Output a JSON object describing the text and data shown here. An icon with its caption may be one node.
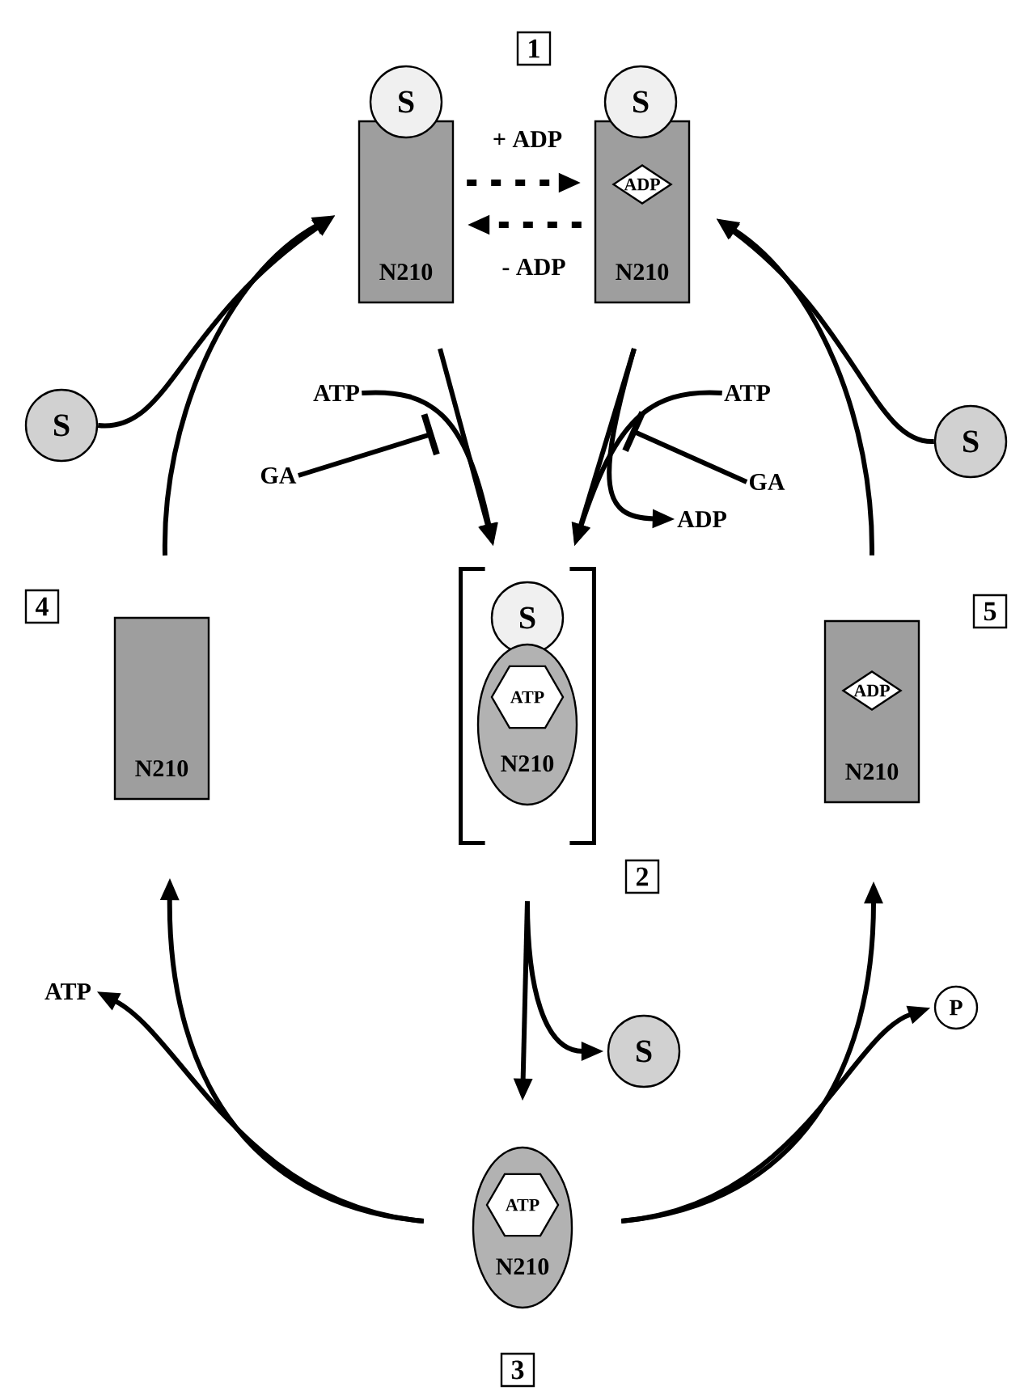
{
  "diagram": {
    "nodes": [
      {
        "text": [
          "1"
        ]
      },
      {
        "text": [
          "N210"
        ]
      },
      {
        "text": [
          "S"
        ]
      },
      {
        "text": [
          "N210"
        ]
      },
      {
        "text": [
          "S"
        ]
      },
      {
        "text": [
          "ADP"
        ],
        "in": 3
      },
      {
        "text": [
          "ATP"
        ]
      },
      {
        "text": [
          "ATP"
        ]
      },
      {
        "text": [
          "S"
        ]
      },
      {
        "text": [
          "S"
        ]
      },
      {
        "text": [
          "GA"
        ]
      },
      {
        "text": [
          "GA"
        ]
      },
      {
        "text": [
          "ADP"
        ]
      },
      {
        "text": [
          "4"
        ]
      },
      {
        "text": [],
        "shape": "box"
      },
      {
        "text": [
          "S"
        ],
        "in": 14
      },
      {
        "text": [
          "N210"
        ],
        "in": 14
      },
      {
        "text": [
          "ATP"
        ],
        "in": 16
      },
      {
        "text": [
          "5"
        ]
      },
      {
        "text": [
          "N210"
        ]
      },
      {
        "text": [
          "N210"
        ]
      },
      {
        "text": [
          "ADP"
        ],
        "in": 20
      },
      {
        "text": [
          "2"
        ]
      },
      {
        "text": [
          "ATP"
        ]
      },
      {
        "text": [
          "P"
        ]
      },
      {
        "text": [
          "S"
        ]
      },
      {
        "text": [
          "N210"
        ]
      },
      {
        "text": [
          "ATP"
        ],
        "in": 26
      },
      {
        "text": [
          "3"
        ]
      }
    ],
    "edges": [
      {
        "from": 1,
        "to": 3,
        "arrow": "to",
        "style": "dashed",
        "label": "+ ADP"
      },
      {
        "from": 3,
        "to": 1,
        "arrow": "to",
        "style": "dashed",
        "label": "- ADP"
      },
      {
        "from": 19,
        "to": 1,
        "arrow": "to"
      },
      {
        "from": 8,
        "to": 1,
        "arrow": "to"
      },
      {
        "from": 20,
        "to": 3,
        "arrow": "to"
      },
      {
        "from": 9,
        "to": 3,
        "arrow": "to"
      },
      {
        "from": 1,
        "to": 14,
        "arrow": "to"
      },
      {
        "from": 6,
        "to": 14,
        "arrow": "to"
      },
      {
        "from": 10,
        "to": null,
        "arrow": "other"
      },
      {
        "from": 3,
        "to": 14,
        "arrow": "to"
      },
      {
        "from": 7,
        "to": 14,
        "arrow": "to"
      },
      {
        "from": 11,
        "to": null,
        "arrow": "other"
      },
      {
        "from": 3,
        "to": 12,
        "arrow": "to"
      },
      {
        "from": 14,
        "to": 26,
        "arrow": "to"
      },
      {
        "from": 14,
        "to": 25,
        "arrow": "to"
      },
      {
        "from": 26,
        "to": 19,
        "arrow": "to"
      },
      {
        "from": 26,
        "to": 23,
        "arrow": "to"
      },
      {
        "from": 26,
        "to": 20,
        "arrow": "to"
      },
      {
        "from": 26,
        "to": 24,
        "arrow": "to"
      }
    ]
  }
}
